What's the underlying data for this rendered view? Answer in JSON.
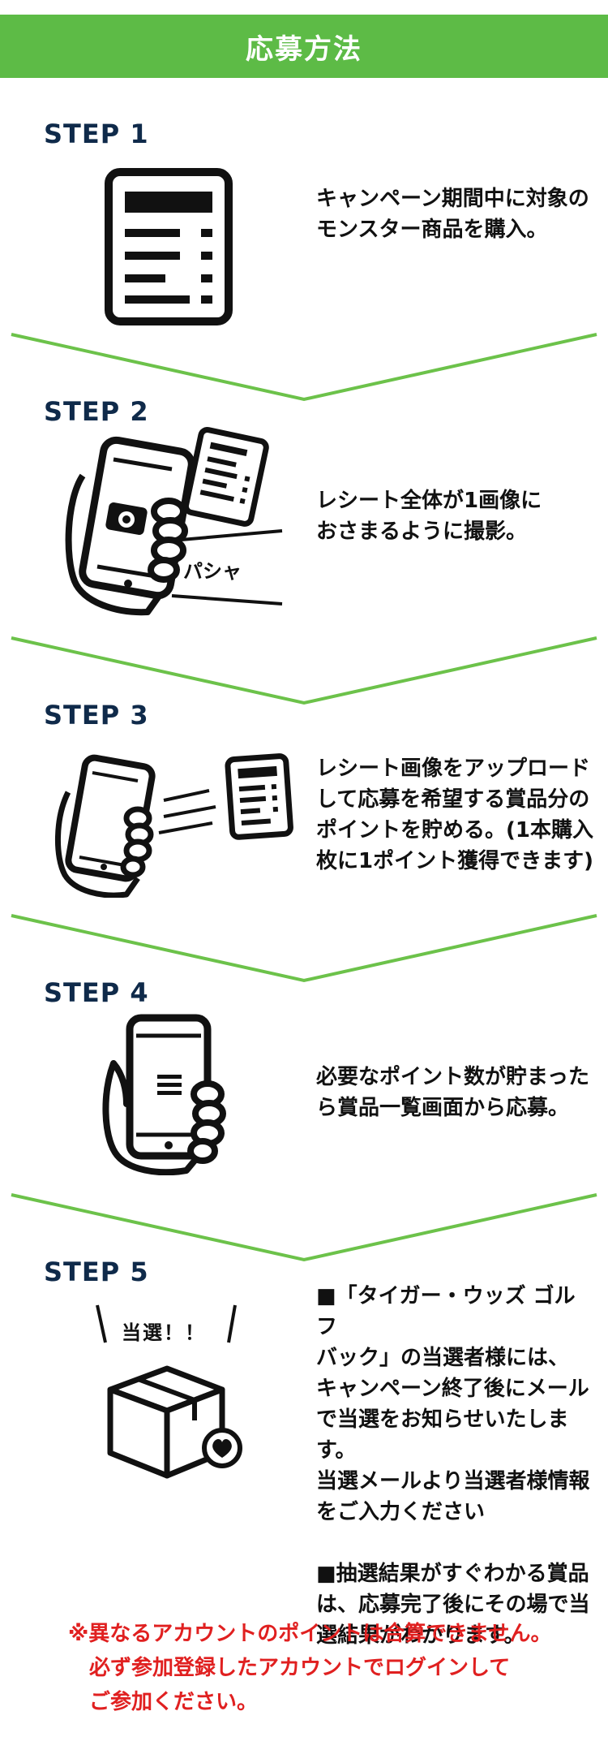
{
  "header": {
    "title": "応募方法"
  },
  "steps": [
    {
      "label": "STEP 1",
      "text": "キャンペーン期間中に対象の\nモンスター商品を購入。"
    },
    {
      "label": "STEP 2",
      "text": "レシート全体が1画像に\nおさまるように撮影。",
      "sfx": "パシャ"
    },
    {
      "label": "STEP 3",
      "text": "レシート画像をアップロード\nして応募を希望する賞品分の\nポイントを貯める。(1本購入\n枚に1ポイント獲得できます)"
    },
    {
      "label": "STEP 4",
      "text": "必要なポイント数が貯まった\nら賞品一覧画面から応募。"
    },
    {
      "label": "STEP 5",
      "text": "■「タイガー・ウッズ ゴルフ\nバック」の当選者様には、\nキャンペーン終了後にメール\nで当選をお知らせいたします。\n当選メールより当選者様情報\nをご入力ください\n\n■抽選結果がすぐわかる賞品\nは、応募完了後にその場で当\n選結果がわかります。",
      "sfx": "当選！！"
    }
  ],
  "note": "※異なるアカウントのポイントは合算できません。\n　必ず参加登録したアカウントでログインして\n　ご参加ください。",
  "colors": {
    "header_green": "#5dbb46",
    "divider_green": "#6cc24a",
    "step_navy": "#0f2a4a",
    "note_red": "#e02020"
  }
}
